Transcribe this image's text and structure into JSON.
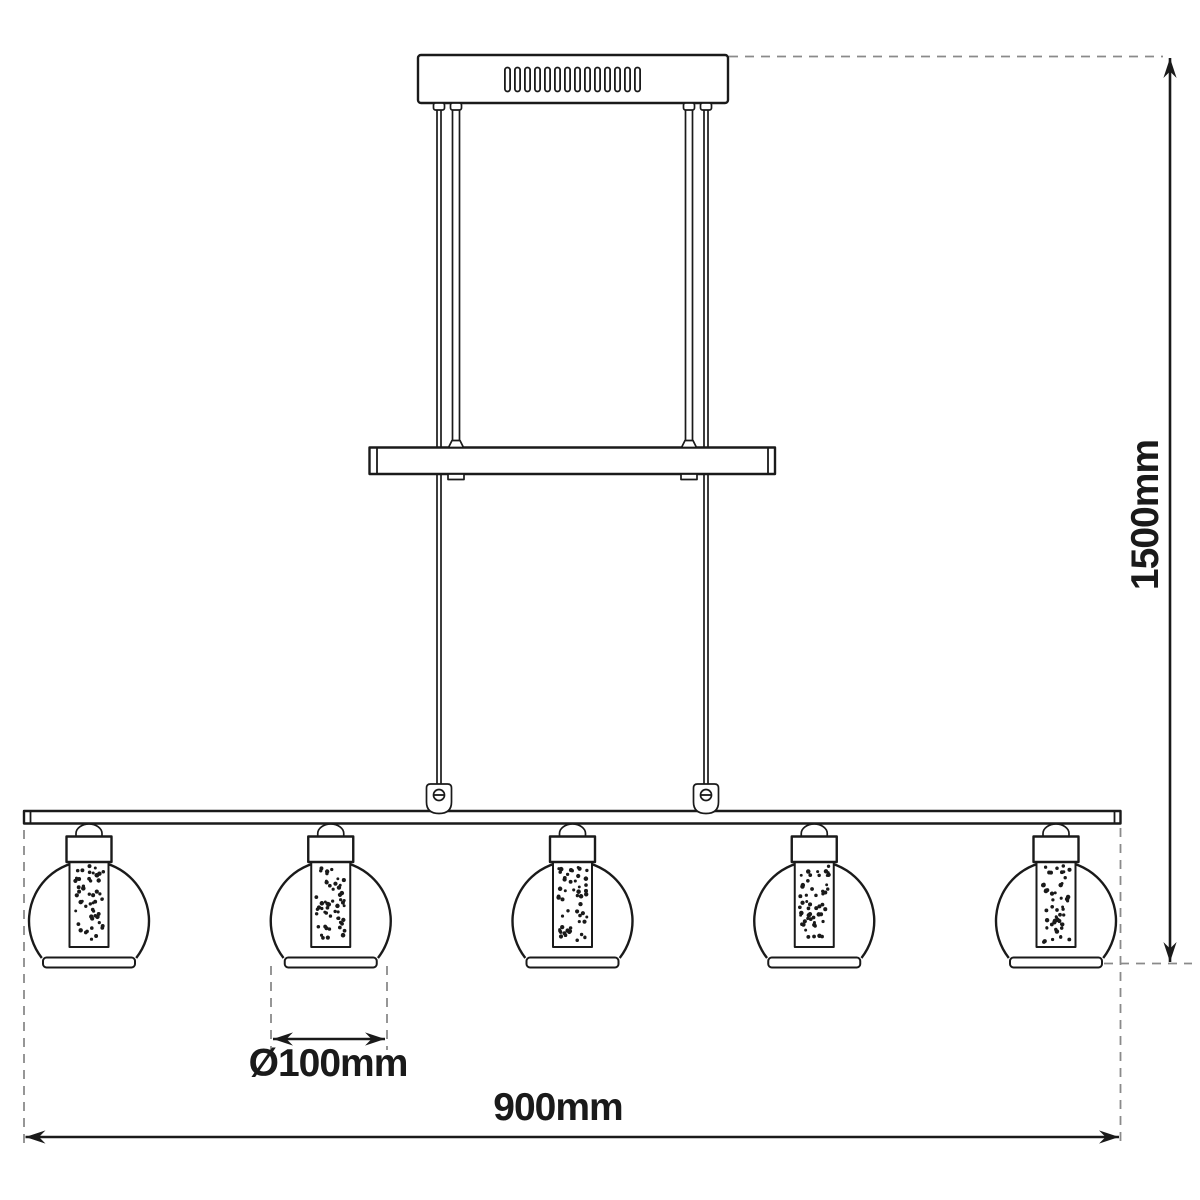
{
  "dimensions": {
    "overall_height_label": "1500mm",
    "overall_width_label": "900mm",
    "shade_diameter_label": "Ø100mm"
  },
  "fixture": {
    "shade_count": 5,
    "canopy_slot_count": 14
  },
  "colors": {
    "line": "#1a1a1a",
    "extension_line": "#8a8a8a",
    "background": "#ffffff"
  }
}
